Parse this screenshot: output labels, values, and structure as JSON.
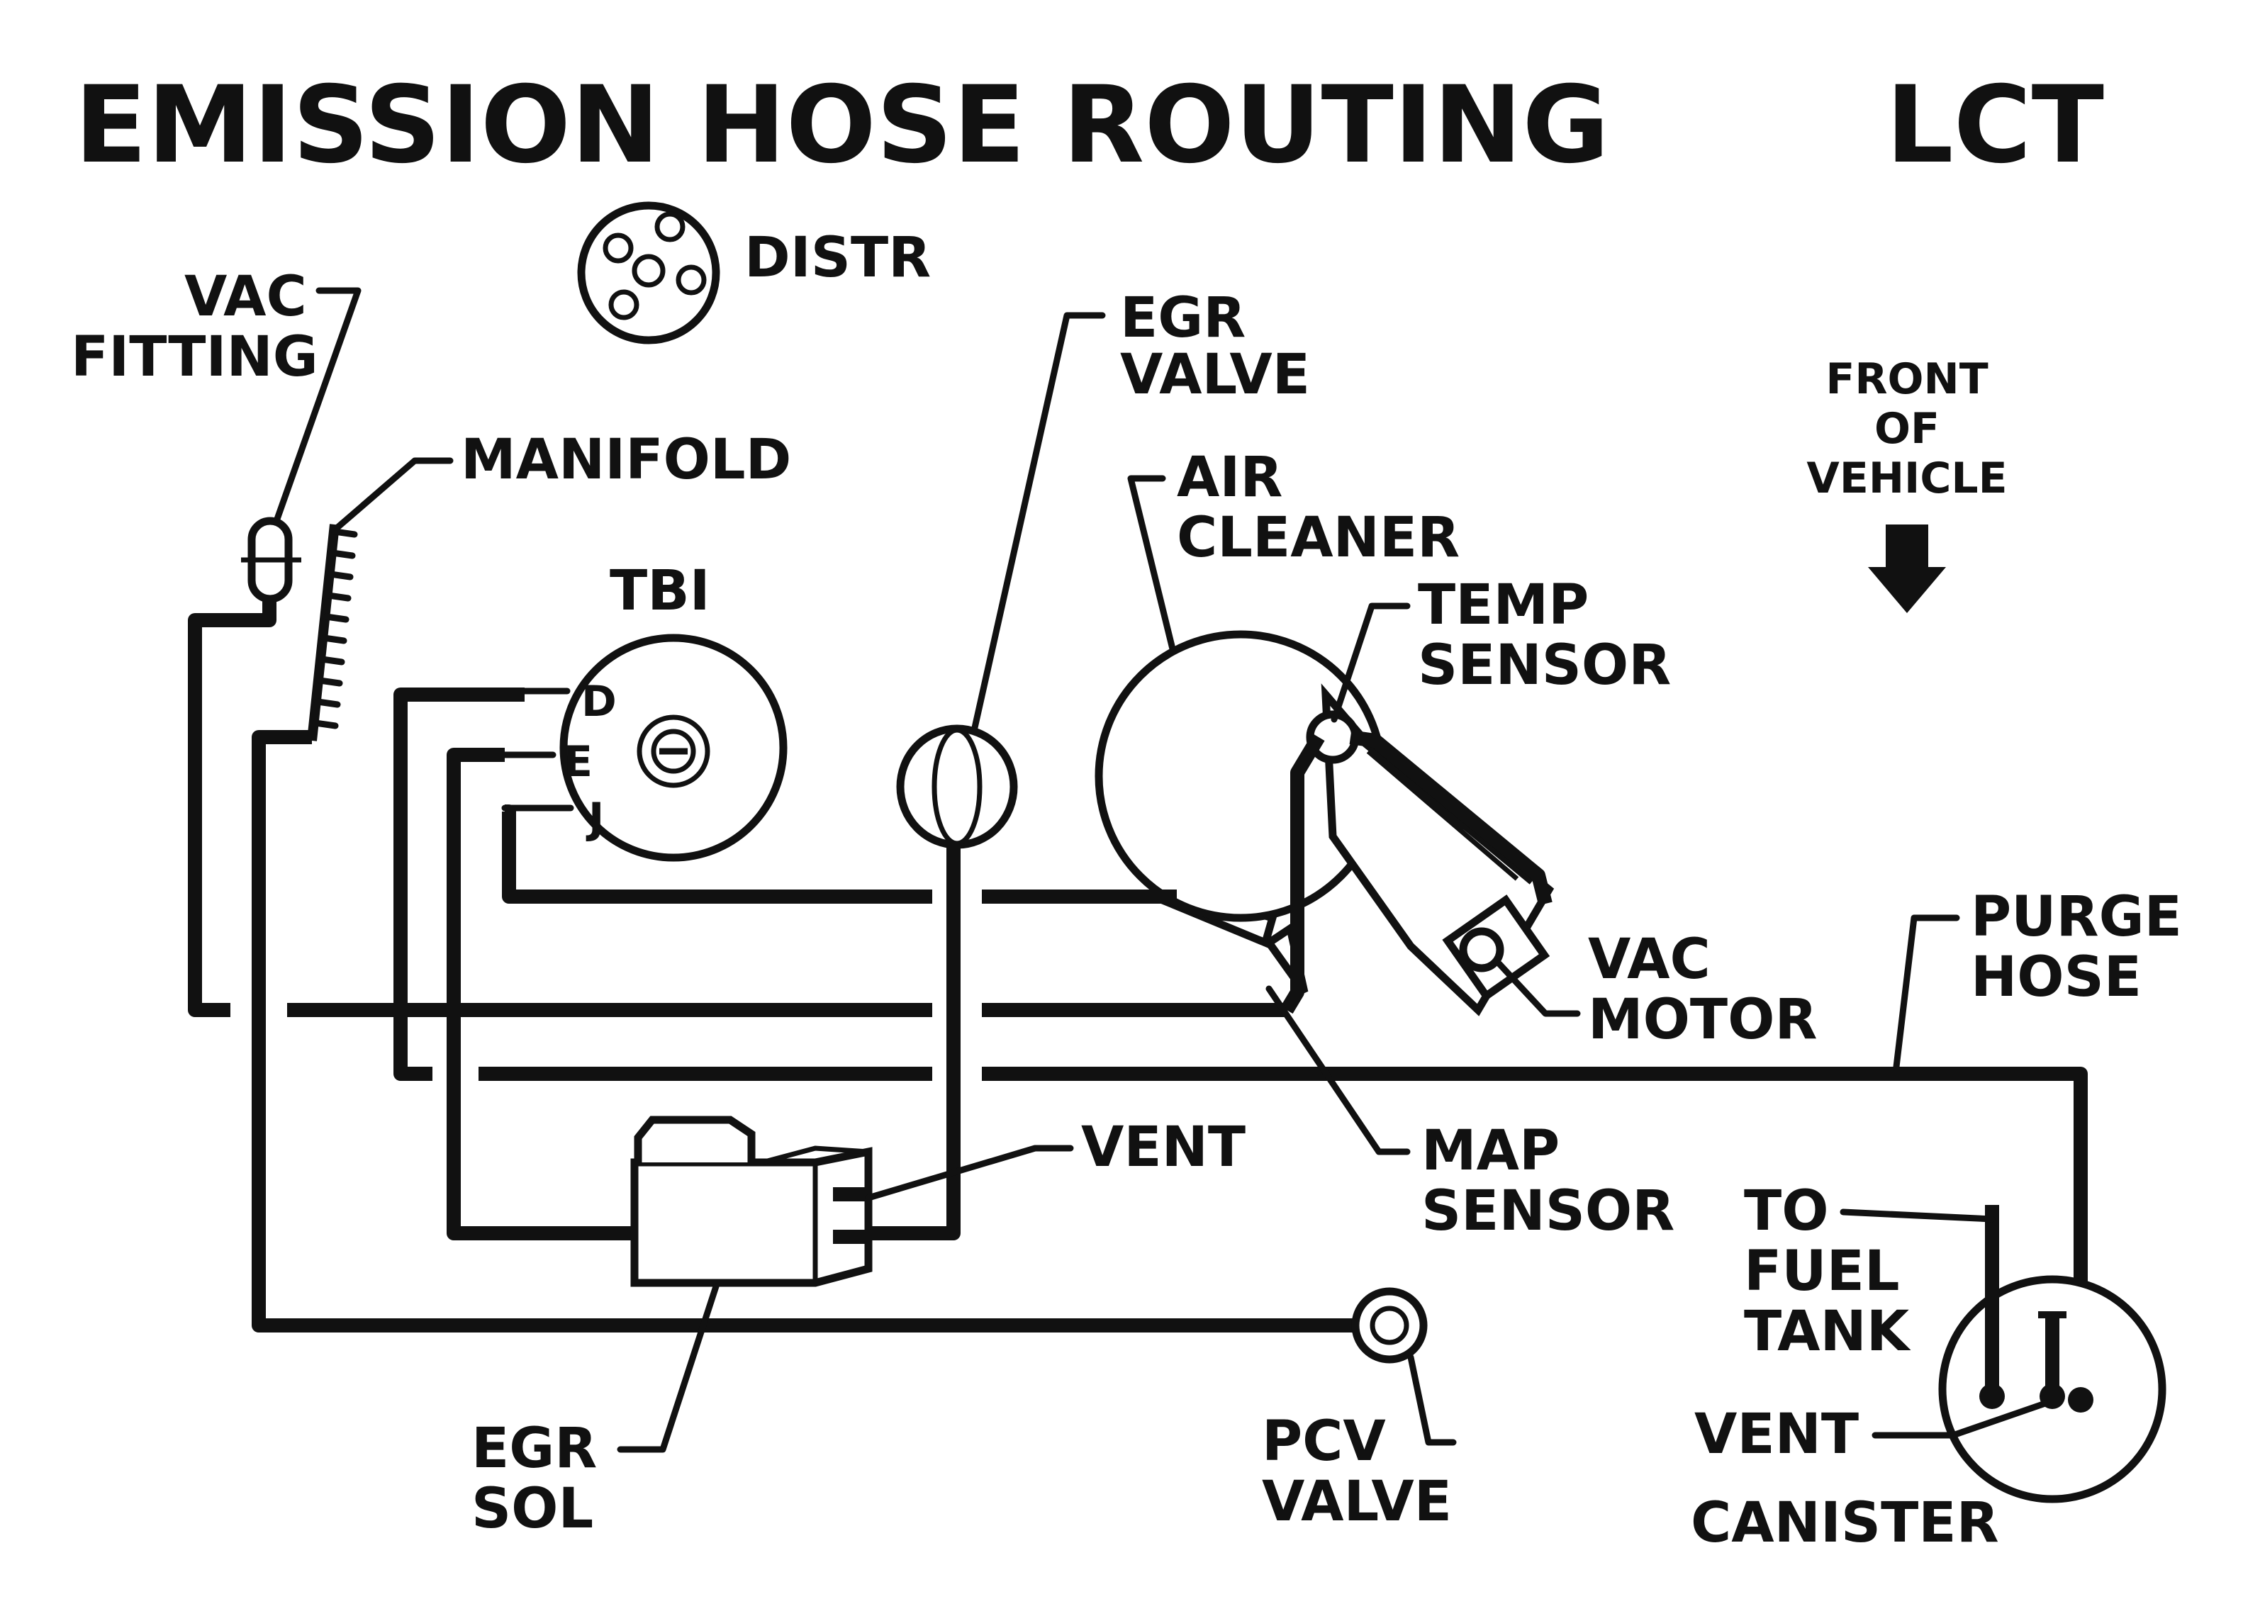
{
  "title": "EMISSION HOSE ROUTING",
  "code": "LCT",
  "labels": {
    "distr": "DISTR",
    "vac_fitting": [
      "VAC",
      "FITTING"
    ],
    "manifold": "MANIFOLD",
    "egr_valve": [
      "EGR",
      "VALVE"
    ],
    "air_cleaner": [
      "AIR",
      "CLEANER"
    ],
    "tbi": "TBI",
    "tbi_port_d": "D",
    "tbi_port_e": "E",
    "tbi_port_j": "J",
    "temp_sensor": [
      "TEMP",
      "SENSOR"
    ],
    "front_of_vehicle": [
      "FRONT",
      "OF",
      "VEHICLE"
    ],
    "vac_motor": [
      "VAC",
      "MOTOR"
    ],
    "purge_hose": [
      "PURGE",
      "HOSE"
    ],
    "vent_egr": "VENT",
    "map_sensor": [
      "MAP",
      "SENSOR"
    ],
    "to_fuel_tank": [
      "TO",
      "FUEL",
      "TANK"
    ],
    "vent_canister": "VENT",
    "canister": "CANISTER",
    "egr_sol": [
      "EGR",
      "SOL"
    ],
    "pcv_valve": [
      "PCV",
      "VALVE"
    ]
  },
  "colors": {
    "ink": "#111111",
    "paper": "#ffffff"
  },
  "icons": [
    "down-arrow-icon"
  ]
}
